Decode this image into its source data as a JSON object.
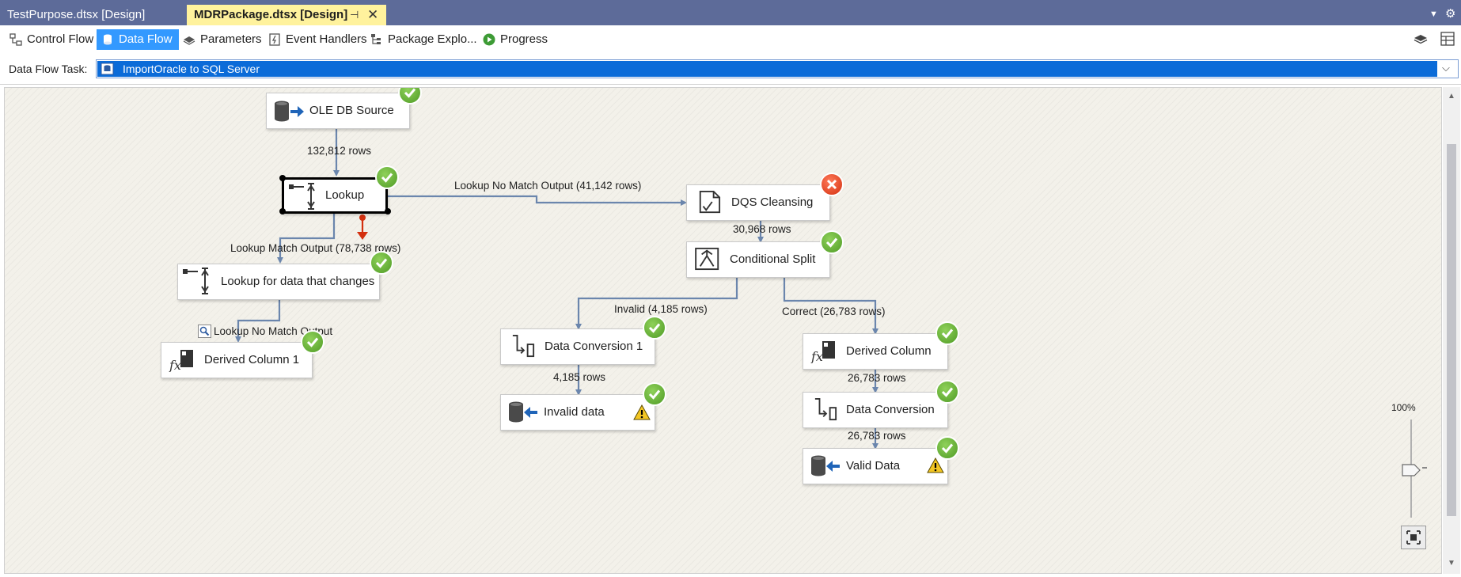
{
  "doc_tabs": [
    {
      "label": "TestPurpose.dtsx [Design]",
      "active": false
    },
    {
      "label": "MDRPackage.dtsx [Design]",
      "active": true
    }
  ],
  "tab_pin_icon": "pin-icon",
  "tab_close_icon": "close-icon",
  "designer_tabs": [
    {
      "label": "Control Flow",
      "icon": "control-flow-icon",
      "active": false
    },
    {
      "label": "Data Flow",
      "icon": "data-flow-icon",
      "active": true
    },
    {
      "label": "Parameters",
      "icon": "parameters-icon",
      "active": false
    },
    {
      "label": "Event Handlers",
      "icon": "event-handlers-icon",
      "active": false
    },
    {
      "label": "Package Explo...",
      "icon": "package-explorer-icon",
      "active": false
    },
    {
      "label": "Progress",
      "icon": "progress-icon",
      "active": false
    }
  ],
  "task_row": {
    "label": "Data Flow Task:",
    "selected_task": "ImportOracle to SQL Server"
  },
  "components": [
    {
      "id": "ole-db-source",
      "label": "OLE DB Source",
      "icon": "database-source-icon",
      "status": "success",
      "warning": false
    },
    {
      "id": "lookup",
      "label": "Lookup",
      "icon": "lookup-icon",
      "status": "success",
      "warning": false,
      "selected": true
    },
    {
      "id": "dqs-cleansing",
      "label": "DQS Cleansing",
      "icon": "dqs-cleansing-icon",
      "status": "error",
      "warning": false
    },
    {
      "id": "conditional-split",
      "label": "Conditional Split",
      "icon": "conditional-split-icon",
      "status": "success",
      "warning": false
    },
    {
      "id": "lookup-changes",
      "label": "Lookup for data that changes",
      "icon": "lookup-icon",
      "status": "success",
      "warning": false
    },
    {
      "id": "derived-column-1",
      "label": "Derived Column 1",
      "icon": "derived-column-icon",
      "status": "success",
      "warning": false
    },
    {
      "id": "data-conversion-1",
      "label": "Data Conversion 1",
      "icon": "data-conversion-icon",
      "status": "success",
      "warning": false
    },
    {
      "id": "invalid-data",
      "label": "Invalid data",
      "icon": "database-destination-icon",
      "status": "success",
      "warning": true
    },
    {
      "id": "derived-column",
      "label": "Derived Column",
      "icon": "derived-column-icon",
      "status": "success",
      "warning": false
    },
    {
      "id": "data-conversion",
      "label": "Data Conversion",
      "icon": "data-conversion-icon",
      "status": "success",
      "warning": false
    },
    {
      "id": "valid-data",
      "label": "Valid Data",
      "icon": "database-destination-icon",
      "status": "success",
      "warning": true
    }
  ],
  "paths": [
    {
      "from": "ole-db-source",
      "to": "lookup",
      "label": "132,812 rows"
    },
    {
      "from": "lookup",
      "to": "dqs-cleansing",
      "label": "Lookup No Match Output (41,142 rows)"
    },
    {
      "from": "lookup",
      "to": "lookup-changes",
      "label": "Lookup Match Output (78,738 rows)"
    },
    {
      "from": "dqs-cleansing",
      "to": "conditional-split",
      "label": "30,968 rows"
    },
    {
      "from": "lookup-changes",
      "to": "derived-column-1",
      "label": "Lookup No Match Output"
    },
    {
      "from": "conditional-split",
      "to": "data-conversion-1",
      "label": "Invalid (4,185 rows)"
    },
    {
      "from": "conditional-split",
      "to": "derived-column",
      "label": "Correct (26,783 rows)"
    },
    {
      "from": "data-conversion-1",
      "to": "invalid-data",
      "label": "4,185 rows"
    },
    {
      "from": "derived-column",
      "to": "data-conversion",
      "label": "26,783 rows"
    },
    {
      "from": "data-conversion",
      "to": "valid-data",
      "label": "26,783 rows"
    }
  ],
  "zoom": {
    "label": "100%",
    "value": 1.0
  },
  "colors": {
    "tab_bar": "#5d6b99",
    "active_doc_tab": "#fff29d",
    "active_designer_tab": "#3399ff",
    "selection": "#0b6bd8",
    "path": "#6b86ad",
    "error_path": "#d3300f",
    "success": "#5ba62f",
    "error": "#e04a2a"
  }
}
